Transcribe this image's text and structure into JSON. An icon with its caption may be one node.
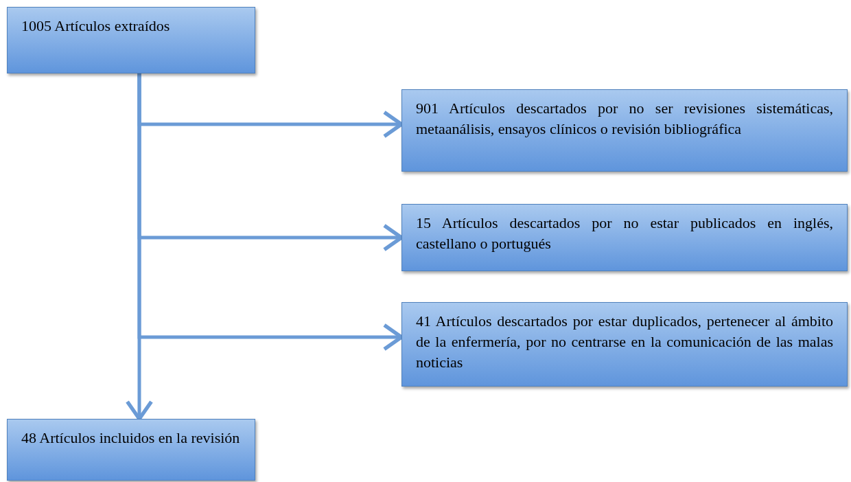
{
  "diagram": {
    "nodes": [
      {
        "text": [
          "1005 Artículos extraídos"
        ]
      },
      {
        "text": [
          "901 Artículos descartados por no ser revisiones sistemáticas, metaanálisis, ensayos clínicos o revisión bibliográfica"
        ]
      },
      {
        "text": [
          "15 Artículos descartados por no estar publicados en inglés, castellano o portugués"
        ]
      },
      {
        "text": [
          "41 Artículos descartados por estar duplicados, pertenecer al ámbito de la enfermería, por no centrarse en la comunicación de las malas noticias"
        ]
      },
      {
        "text": [
          "48 Artículos incluidos en la revisión"
        ]
      }
    ],
    "edges": [
      {
        "from": 0,
        "to": 1,
        "arrow": "to"
      },
      {
        "from": 0,
        "to": 2,
        "arrow": "to"
      },
      {
        "from": 0,
        "to": 3,
        "arrow": "to"
      },
      {
        "from": 0,
        "to": 4,
        "arrow": "to"
      }
    ]
  }
}
